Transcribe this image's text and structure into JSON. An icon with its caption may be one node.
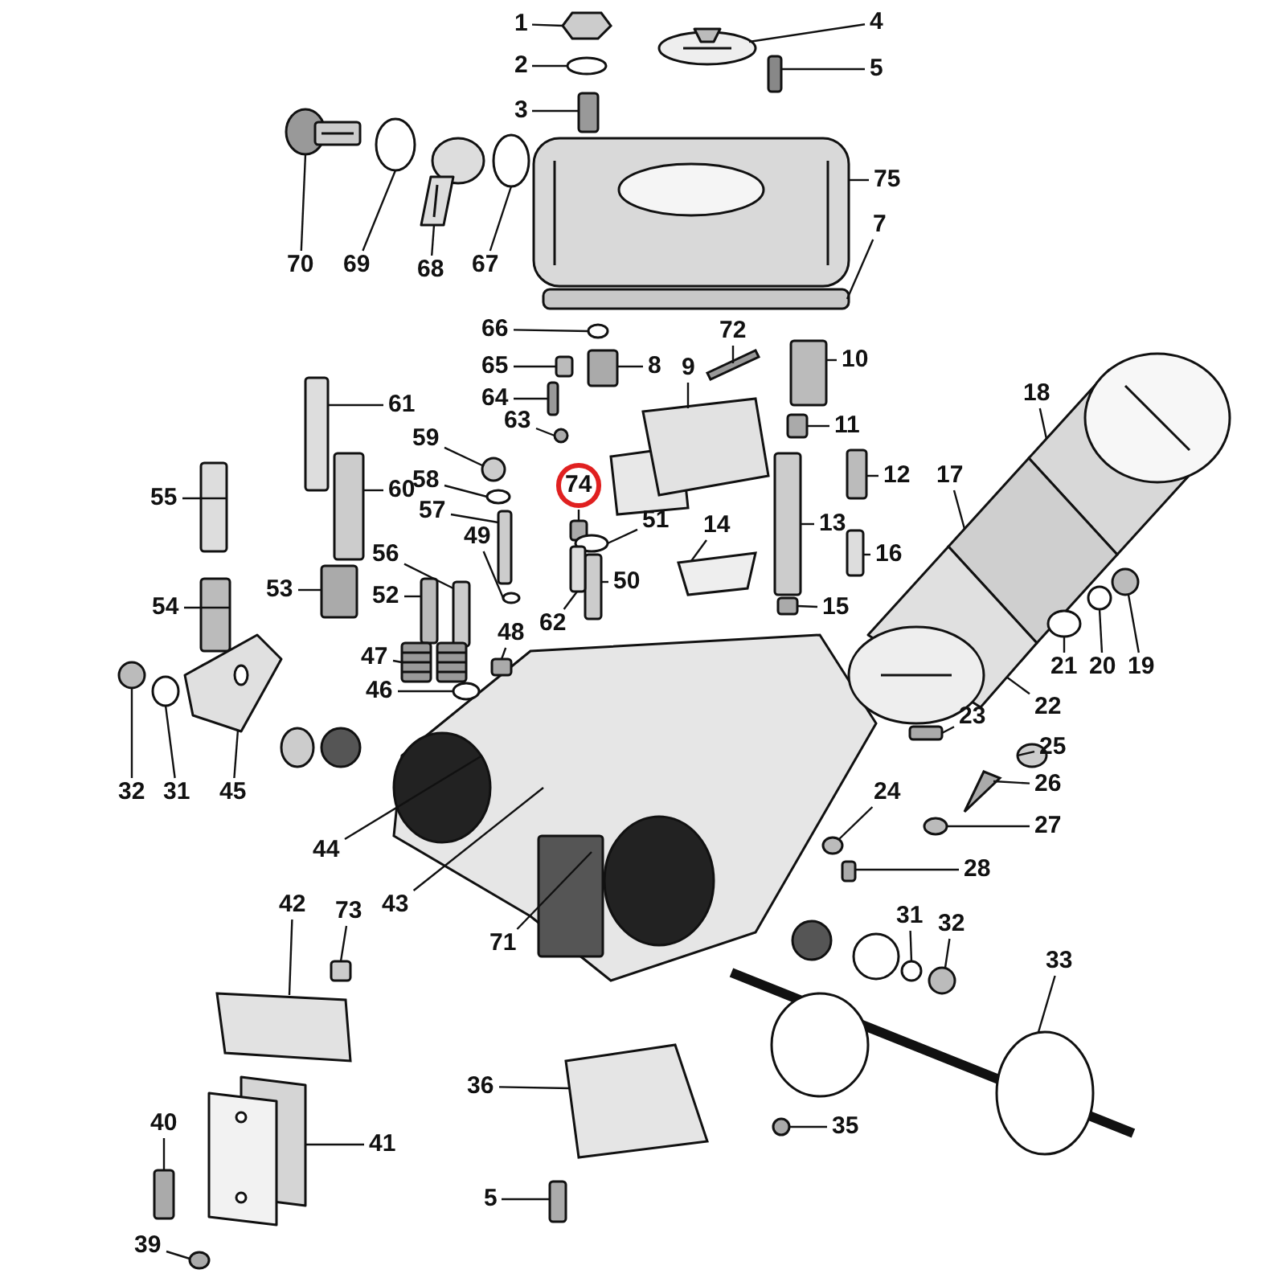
{
  "diagram": {
    "nodes": [
      {
        "text": [
          "1"
        ]
      },
      {
        "text": [
          "2"
        ]
      },
      {
        "text": [
          "3"
        ]
      },
      {
        "text": [
          "4"
        ]
      },
      {
        "text": [
          "5"
        ]
      },
      {
        "text": [
          "70"
        ]
      },
      {
        "text": [
          "69"
        ]
      },
      {
        "text": [
          "68"
        ]
      },
      {
        "text": [
          "67"
        ]
      },
      {
        "text": [
          "75"
        ]
      },
      {
        "text": [
          "7"
        ]
      },
      {
        "text": [
          "66"
        ]
      },
      {
        "text": [
          "72"
        ]
      },
      {
        "text": [
          "65"
        ]
      },
      {
        "text": [
          "8"
        ]
      },
      {
        "text": [
          "9"
        ]
      },
      {
        "text": [
          "10"
        ]
      },
      {
        "text": [
          "64"
        ]
      },
      {
        "text": [
          "61"
        ]
      },
      {
        "text": [
          "63"
        ]
      },
      {
        "text": [
          "11"
        ]
      },
      {
        "text": [
          "18"
        ]
      },
      {
        "text": [
          "59"
        ]
      },
      {
        "text": [
          "74"
        ]
      },
      {
        "text": [
          "55"
        ]
      },
      {
        "text": [
          "60"
        ]
      },
      {
        "text": [
          "58"
        ]
      },
      {
        "text": [
          "12"
        ]
      },
      {
        "text": [
          "17"
        ]
      },
      {
        "text": [
          "57"
        ]
      },
      {
        "text": [
          "51"
        ]
      },
      {
        "text": [
          "14"
        ]
      },
      {
        "text": [
          "13"
        ]
      },
      {
        "text": [
          "49"
        ]
      },
      {
        "text": [
          "56"
        ]
      },
      {
        "text": [
          "16"
        ]
      },
      {
        "text": [
          "50"
        ]
      },
      {
        "text": [
          "53"
        ]
      },
      {
        "text": [
          "52"
        ]
      },
      {
        "text": [
          "62"
        ]
      },
      {
        "text": [
          "48"
        ]
      },
      {
        "text": [
          "54"
        ]
      },
      {
        "text": [
          "15"
        ]
      },
      {
        "text": [
          "47"
        ]
      },
      {
        "text": [
          "46"
        ]
      },
      {
        "text": [
          "21"
        ]
      },
      {
        "text": [
          "20"
        ]
      },
      {
        "text": [
          "19"
        ]
      },
      {
        "text": [
          "22"
        ]
      },
      {
        "text": [
          "23"
        ]
      },
      {
        "text": [
          "25"
        ]
      },
      {
        "text": [
          "32"
        ]
      },
      {
        "text": [
          "31"
        ]
      },
      {
        "text": [
          "45"
        ]
      },
      {
        "text": [
          "44"
        ]
      },
      {
        "text": [
          "43"
        ]
      },
      {
        "text": [
          "26"
        ]
      },
      {
        "text": [
          "24"
        ]
      },
      {
        "text": [
          "27"
        ]
      },
      {
        "text": [
          "28"
        ]
      },
      {
        "text": [
          "71"
        ]
      },
      {
        "text": [
          "42"
        ]
      },
      {
        "text": [
          "73"
        ]
      },
      {
        "text": [
          "31"
        ]
      },
      {
        "text": [
          "32"
        ]
      },
      {
        "text": [
          "33"
        ]
      },
      {
        "text": [
          "36"
        ]
      },
      {
        "text": [
          "35"
        ]
      },
      {
        "text": [
          "40"
        ]
      },
      {
        "text": [
          "41"
        ]
      },
      {
        "text": [
          "5"
        ]
      },
      {
        "text": [
          "39"
        ]
      },
      {
        "text": [],
        "shape": "hexagon"
      },
      {
        "text": [],
        "shape": "circle"
      },
      {
        "text": [],
        "shape": "box"
      },
      {
        "text": [],
        "shape": "picture"
      },
      {
        "text": [],
        "shape": "box"
      },
      {
        "text": [],
        "shape": "picture"
      },
      {
        "text": [],
        "shape": "circle"
      },
      {
        "text": [],
        "shape": "picture"
      },
      {
        "text": [],
        "shape": "circle"
      },
      {
        "text": [],
        "shape": "picture"
      },
      {
        "text": [],
        "shape": "bar"
      },
      {
        "text": [],
        "shape": "circle"
      },
      {
        "text": [],
        "shape": "bar"
      },
      {
        "text": [],
        "shape": "box"
      },
      {
        "text": [],
        "shape": "box"
      },
      {
        "text": [],
        "shape": "box"
      },
      {
        "text": [],
        "shape": "box"
      },
      {
        "text": [],
        "shape": "bar"
      },
      {
        "text": [],
        "shape": "bar"
      },
      {
        "text": [],
        "shape": "circle"
      },
      {
        "text": [],
        "shape": "box"
      },
      {
        "text": [],
        "shape": "picture"
      },
      {
        "text": [],
        "shape": "circle"
      },
      {
        "text": [],
        "shape": "box"
      },
      {
        "text": [],
        "shape": "box"
      },
      {
        "text": [],
        "shape": "box"
      },
      {
        "text": [],
        "shape": "circle"
      },
      {
        "text": [],
        "shape": "box"
      },
      {
        "text": [],
        "shape": "cylinder"
      },
      {
        "text": [],
        "shape": "bar"
      },
      {
        "text": [],
        "shape": "circle"
      },
      {
        "text": [],
        "shape": "box"
      },
      {
        "text": [],
        "shape": "bar"
      },
      {
        "text": [],
        "shape": "circle"
      },
      {
        "text": [],
        "shape": "bar"
      },
      {
        "text": [],
        "shape": "bar"
      },
      {
        "text": [],
        "shape": "bar"
      },
      {
        "text": [],
        "shape": "box"
      },
      {
        "text": [],
        "shape": "bar"
      },
      {
        "text": [],
        "shape": "bar"
      },
      {
        "text": [],
        "shape": "box"
      },
      {
        "text": [],
        "shape": "box"
      },
      {
        "text": [],
        "shape": "box"
      },
      {
        "text": [],
        "shape": "picture"
      },
      {
        "text": [],
        "shape": "circle"
      },
      {
        "text": [],
        "shape": "circle"
      },
      {
        "text": [],
        "shape": "circle"
      },
      {
        "text": [],
        "shape": "circle"
      },
      {
        "text": [],
        "shape": "picture"
      },
      {
        "text": [],
        "shape": "bar"
      },
      {
        "text": [],
        "shape": "circle"
      },
      {
        "text": [],
        "shape": "circle"
      },
      {
        "text": [],
        "shape": "circle"
      },
      {
        "text": [],
        "shape": "picture"
      },
      {
        "text": [],
        "shape": "triangle"
      },
      {
        "text": [],
        "shape": "circle"
      },
      {
        "text": [],
        "shape": "circle"
      },
      {
        "text": [],
        "shape": "box"
      },
      {
        "text": [],
        "shape": "box"
      },
      {
        "text": [],
        "shape": "box"
      },
      {
        "text": [],
        "shape": "circle"
      },
      {
        "text": [],
        "shape": "circle"
      },
      {
        "text": [],
        "shape": "circle"
      },
      {
        "text": [],
        "shape": "box"
      },
      {
        "text": [],
        "shape": "circle"
      },
      {
        "text": [],
        "shape": "bar"
      },
      {
        "text": [],
        "shape": "picture"
      },
      {
        "text": [],
        "shape": "bar"
      },
      {
        "text": [],
        "shape": "circle"
      }
    ],
    "edges": [
      {
        "from": 0,
        "to": 72,
        "arrow": "none"
      },
      {
        "from": 1,
        "to": 73,
        "arrow": "none"
      },
      {
        "from": 2,
        "to": 74,
        "arrow": "none"
      },
      {
        "from": 3,
        "to": 75,
        "arrow": "none"
      },
      {
        "from": 4,
        "to": 76,
        "arrow": "none"
      },
      {
        "from": 5,
        "to": 77,
        "arrow": "none"
      },
      {
        "from": 6,
        "to": 78,
        "arrow": "none"
      },
      {
        "from": 7,
        "to": 79,
        "arrow": "none"
      },
      {
        "from": 8,
        "to": 80,
        "arrow": "none"
      },
      {
        "from": 9,
        "to": 81,
        "arrow": "none"
      },
      {
        "from": 10,
        "to": 82,
        "arrow": "none"
      },
      {
        "from": 11,
        "to": 83,
        "arrow": "none"
      },
      {
        "from": 12,
        "to": 84,
        "arrow": "none"
      },
      {
        "from": 13,
        "to": 85,
        "arrow": "none"
      },
      {
        "from": 14,
        "to": 86,
        "arrow": "none"
      },
      {
        "from": 15,
        "to": 87,
        "arrow": "none"
      },
      {
        "from": 16,
        "to": 88,
        "arrow": "none"
      },
      {
        "from": 17,
        "to": 89,
        "arrow": "none"
      },
      {
        "from": 18,
        "to": 90,
        "arrow": "none"
      },
      {
        "from": 19,
        "to": 91,
        "arrow": "none"
      },
      {
        "from": 20,
        "to": 92,
        "arrow": "none"
      },
      {
        "from": 21,
        "to": 93,
        "arrow": "none"
      },
      {
        "from": 22,
        "to": 94,
        "arrow": "none"
      },
      {
        "from": 23,
        "to": 95,
        "arrow": "none"
      },
      {
        "from": 24,
        "to": 96,
        "arrow": "none"
      },
      {
        "from": 25,
        "to": 97,
        "arrow": "none"
      },
      {
        "from": 26,
        "to": 98,
        "arrow": "none"
      },
      {
        "from": 27,
        "to": 99,
        "arrow": "none"
      },
      {
        "from": 28,
        "to": 100,
        "arrow": "none"
      },
      {
        "from": 29,
        "to": 101,
        "arrow": "none"
      },
      {
        "from": 30,
        "to": 102,
        "arrow": "none"
      },
      {
        "from": 31,
        "to": 103,
        "arrow": "none"
      },
      {
        "from": 32,
        "to": 104,
        "arrow": "none"
      },
      {
        "from": 33,
        "to": 105,
        "arrow": "none"
      },
      {
        "from": 34,
        "to": 106,
        "arrow": "none"
      },
      {
        "from": 35,
        "to": 107,
        "arrow": "none"
      },
      {
        "from": 36,
        "to": 108,
        "arrow": "none"
      },
      {
        "from": 37,
        "to": 109,
        "arrow": "none"
      },
      {
        "from": 38,
        "to": 110,
        "arrow": "none"
      },
      {
        "from": 39,
        "to": 111,
        "arrow": "none"
      },
      {
        "from": 40,
        "to": 112,
        "arrow": "none"
      },
      {
        "from": 41,
        "to": 113,
        "arrow": "none"
      },
      {
        "from": 42,
        "to": 114,
        "arrow": "none"
      },
      {
        "from": 43,
        "to": 115,
        "arrow": "none"
      },
      {
        "from": 44,
        "to": 116,
        "arrow": "none"
      },
      {
        "from": 45,
        "to": 117,
        "arrow": "none"
      },
      {
        "from": 46,
        "to": 118,
        "arrow": "none"
      },
      {
        "from": 47,
        "to": 119,
        "arrow": "none"
      },
      {
        "from": 48,
        "to": 120,
        "arrow": "none"
      },
      {
        "from": 49,
        "to": 121,
        "arrow": "none"
      },
      {
        "from": 50,
        "to": 122,
        "arrow": "none"
      },
      {
        "from": 51,
        "to": 123,
        "arrow": "none"
      },
      {
        "from": 52,
        "to": 124,
        "arrow": "none"
      },
      {
        "from": 53,
        "to": 125,
        "arrow": "none"
      },
      {
        "from": 54,
        "to": null,
        "arrow": "none"
      },
      {
        "from": 55,
        "to": null,
        "arrow": "none"
      },
      {
        "from": 56,
        "to": 126,
        "arrow": "none"
      },
      {
        "from": 57,
        "to": 127,
        "arrow": "none"
      },
      {
        "from": 58,
        "to": 128,
        "arrow": "none"
      },
      {
        "from": 59,
        "to": 129,
        "arrow": "none"
      },
      {
        "from": 60,
        "to": null,
        "arrow": "none"
      },
      {
        "from": 61,
        "to": 130,
        "arrow": "none"
      },
      {
        "from": 62,
        "to": 131,
        "arrow": "none"
      },
      {
        "from": 63,
        "to": 132,
        "arrow": "none"
      },
      {
        "from": 64,
        "to": 133,
        "arrow": "none"
      },
      {
        "from": 65,
        "to": 134,
        "arrow": "none"
      },
      {
        "from": 66,
        "to": 135,
        "arrow": "none"
      },
      {
        "from": 67,
        "to": 136,
        "arrow": "none"
      },
      {
        "from": 68,
        "to": 137,
        "arrow": "none"
      },
      {
        "from": 69,
        "to": 138,
        "arrow": "none"
      },
      {
        "from": 70,
        "to": 139,
        "arrow": "none"
      },
      {
        "from": 71,
        "to": 140,
        "arrow": "none"
      }
    ]
  }
}
